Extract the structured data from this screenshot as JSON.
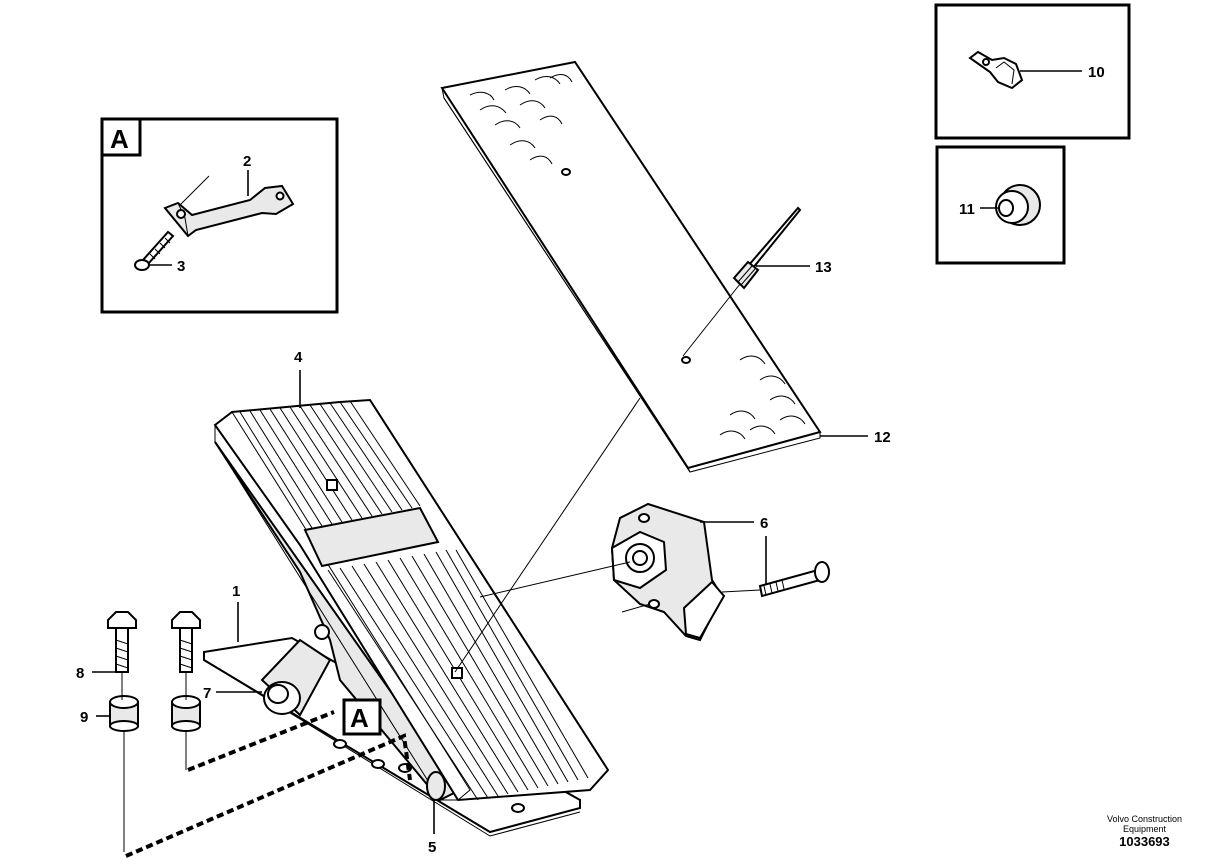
{
  "detail_labels": {
    "a_box": "A",
    "a_callout": "A"
  },
  "callouts": {
    "c1": "1",
    "c2": "2",
    "c3": "3",
    "c4": "4",
    "c5": "5",
    "c6": "6",
    "c7": "7",
    "c8": "8",
    "c9": "9",
    "c10": "10",
    "c11": "11",
    "c12": "12",
    "c13": "13"
  },
  "brand": {
    "line1": "Volvo Construction",
    "line2": "Equipment",
    "ref_number": "1033693"
  }
}
